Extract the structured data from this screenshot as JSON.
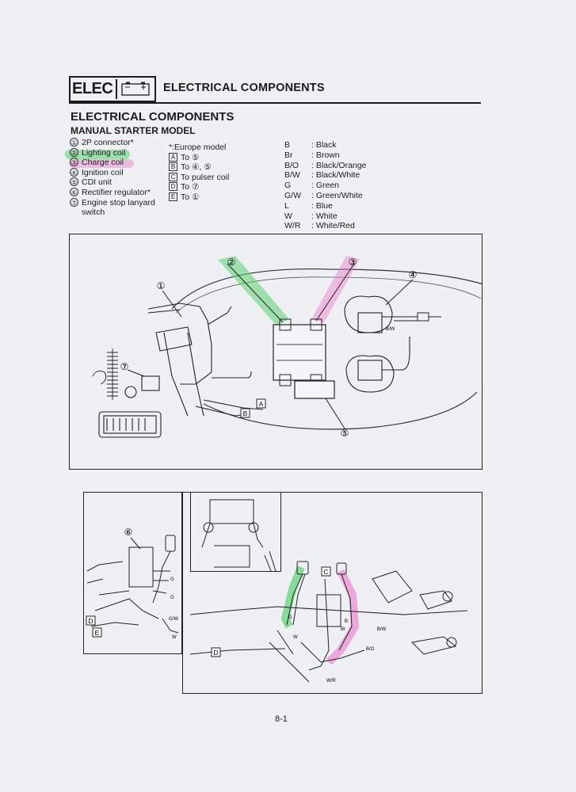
{
  "header": {
    "section_code": "ELEC",
    "section_title": "ELECTRICAL COMPONENTS",
    "battery_icon": "battery-icon"
  },
  "heading": "ELECTRICAL COMPONENTS",
  "subheading": "MANUAL STARTER MODEL",
  "components": [
    {
      "num": "①",
      "label": "2P connector*"
    },
    {
      "num": "②",
      "label": "Lighting coil"
    },
    {
      "num": "③",
      "label": "Charge coil"
    },
    {
      "num": "④",
      "label": "Ignition coil"
    },
    {
      "num": "⑤",
      "label": "CDI unit"
    },
    {
      "num": "⑥",
      "label": "Rectifier regulator*"
    },
    {
      "num": "⑦",
      "label": "Engine stop lanyard"
    }
  ],
  "component_7_cont": "switch",
  "note": "*:Europe model",
  "references": [
    {
      "key": "A",
      "label": "To ⑤"
    },
    {
      "key": "B",
      "label": "To ④, ⑤"
    },
    {
      "key": "C",
      "label": "To pulser coil"
    },
    {
      "key": "D",
      "label": "To ⑦"
    },
    {
      "key": "E",
      "label": "To ①"
    }
  ],
  "wire_colors": [
    {
      "code": "B",
      "label": ": Black"
    },
    {
      "code": "Br",
      "label": ": Brown"
    },
    {
      "code": "B/O",
      "label": ": Black/Orange"
    },
    {
      "code": "B/W",
      "label": ": Black/White"
    },
    {
      "code": "G",
      "label": ": Green"
    },
    {
      "code": "G/W",
      "label": ": Green/White"
    },
    {
      "code": "L",
      "label": ": Blue"
    },
    {
      "code": "W",
      "label": ": White"
    },
    {
      "code": "W/R",
      "label": ": White/Red"
    }
  ],
  "diagram_top": {
    "callouts": [
      "①",
      "②",
      "③",
      "④",
      "⑤",
      "⑦"
    ],
    "refs": [
      "A",
      "B"
    ],
    "wire_label": "B/W"
  },
  "diagram_bottom_left": {
    "callouts": [
      "⑥"
    ],
    "refs": [
      "D",
      "E"
    ],
    "wire_labels": [
      "G",
      "G",
      "G/W",
      "W"
    ]
  },
  "diagram_bottom_right": {
    "refs": [
      "C",
      "D"
    ],
    "wire_labels": [
      "G",
      "W",
      "B",
      "Br",
      "B/W",
      "B/O",
      "W/R"
    ]
  },
  "highlights": {
    "green": "#5ad26e",
    "pink": "#eb78c8"
  },
  "page_number": "8-1"
}
